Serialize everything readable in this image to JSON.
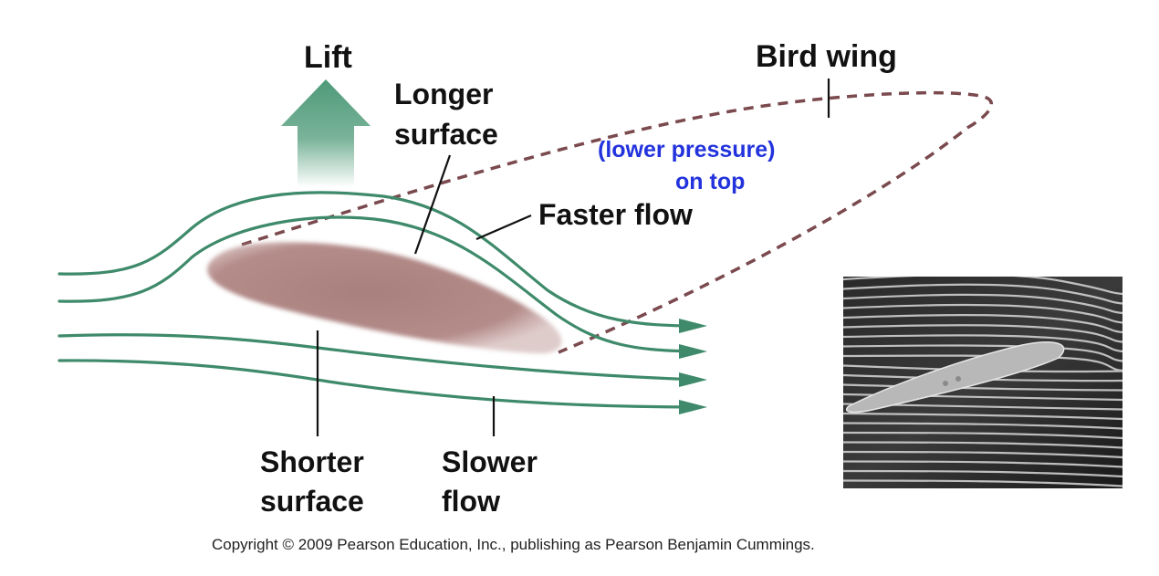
{
  "labels": {
    "lift": "Lift",
    "longer_surface_line1": "Longer",
    "longer_surface_line2": "surface",
    "bird_wing": "Bird wing",
    "lower_pressure_line1": "(lower pressure)",
    "lower_pressure_line2": "on top",
    "faster_flow": "Faster flow",
    "shorter_surface_line1": "Shorter",
    "shorter_surface_line2": "surface",
    "slower_flow_line1": "Slower",
    "slower_flow_line2": "flow"
  },
  "copyright": "Copyright © 2009 Pearson Education, Inc., publishing as Pearson Benjamin Cummings.",
  "colors": {
    "streamline": "#3e8a6a",
    "wing_outline": "#7a4a4e",
    "airfoil": "#b48c8a",
    "lift_arrow": "#4e9a78",
    "annotation_blue": "#2233dd"
  },
  "icons": {
    "lift": "up-arrow-icon",
    "flow_direction": "arrowhead-icon"
  }
}
